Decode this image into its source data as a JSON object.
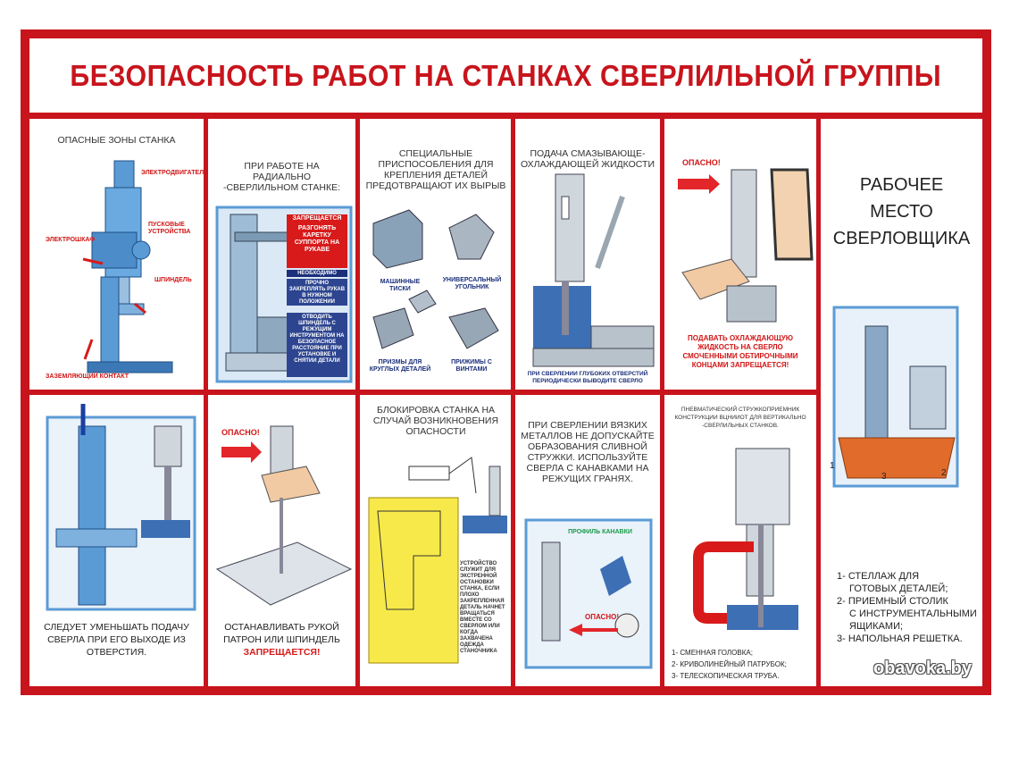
{
  "title": "БЕЗОПАСНОСТЬ РАБОТ НА СТАНКАХ СВЕРЛИЛЬНОЙ ГРУППЫ",
  "panels": {
    "p1": {
      "caption": "ОПАСНЫЕ ЗОНЫ СТАНКА",
      "labels": [
        "ЭЛЕКТРОДВИГАТЕЛЬ",
        "ПУСКОВЫЕ УСТРОЙСТВА",
        "ЭЛЕКТРОШКАФ",
        "ШПИНДЕЛЬ",
        "ЗАЗЕМЛЯЮЩИЙ КОНТАКТ"
      ]
    },
    "p2": {
      "caption": "ПРИ РАБОТЕ НА РАДИАЛЬНО -СВЕРЛИЛЬНОМ СТАНКЕ:",
      "forbidden_title": "Запрещается",
      "forbidden_text": "РАЗГОНЯТЬ КАРЕТКУ СУППОРТА НА РУКАВЕ",
      "required_title": "НЕОБХОДИМО",
      "required_text": "ПРОЧНО ЗАКРЕПЛЯТЬ РУКАВ В НУЖНОМ ПОЛОЖЕНИИ",
      "note_text": "ОТВОДИТЬ ШПИНДЕЛЬ С РЕЖУЩИМ ИНСТРУМЕНТОМ НА БЕЗОПАСНОЕ РАССТОЯНИЕ ПРИ УСТАНОВКЕ И СНЯТИИ ДЕТАЛИ"
    },
    "p3": {
      "caption": "СПЕЦИАЛЬНЫЕ ПРИСПОСОБЛЕНИЯ ДЛЯ КРЕПЛЕНИЯ ДЕТАЛЕЙ ПРЕДОТВРАЩАЮТ ИХ ВЫРЫВ",
      "labels": [
        "МАШИННЫЕ ТИСКИ",
        "УНИВЕРСАЛЬНЫЙ УГОЛЬНИК",
        "ПРИЗМЫ ДЛЯ КРУГЛЫХ ДЕТАЛЕЙ",
        "ПРИЖИМЫ С ВИНТАМИ"
      ]
    },
    "p4": {
      "caption": "ПОДАЧА СМАЗЫВАЮЩЕ-ОХЛАЖДАЮЩЕЙ ЖИДКОСТИ",
      "label": "ПРИ СВЕРЛЕНИИ ГЛУБОКИХ ОТВЕРСТИЙ ПЕРИОДИЧЕСКИ ВЫВОДИТЕ СВЕРЛО"
    },
    "p5": {
      "danger": "ОПАСНО!",
      "warning": "ПОДАВАТЬ ОХЛАЖДАЮЩУЮ ЖИДКОСТЬ НА СВЕРЛО СМОЧЕННЫМИ ОБТИРОЧНЫМИ КОНЦАМИ ЗАПРЕЩАЕТСЯ!"
    },
    "p6": {
      "heading_l1": "РАБОЧЕЕ",
      "heading_l2": "МЕСТО",
      "heading_l3": "СВЕРЛОВЩИКА",
      "legend": [
        "1- СТЕЛЛАЖ ДЛЯ",
        "ГОТОВЫХ ДЕТАЛЕЙ;",
        "2- ПРИЕМНЫЙ СТОЛИК",
        "С ИНСТРУМЕНТАЛЬНЫМИ",
        "ЯЩИКАМИ;",
        "3- НАПОЛЬНАЯ РЕШЕТКА."
      ],
      "numbers": [
        "1",
        "2",
        "3"
      ]
    },
    "p7": {
      "caption": "СЛЕДУЕТ УМЕНЬШАТЬ ПОДАЧУ СВЕРЛА ПРИ ЕГО ВЫХОДЕ ИЗ ОТВЕРСТИЯ."
    },
    "p8": {
      "danger": "ОПАСНО!",
      "caption": "ОСТАНАВЛИВАТЬ РУКОЙ ПАТРОН ИЛИ ШПИНДЕЛЬ",
      "forbidden": "ЗАПРЕЩАЕТСЯ!"
    },
    "p9": {
      "caption": "БЛОКИРОВКА СТАНКА НА СЛУЧАЙ ВОЗНИКНОВЕНИЯ ОПАСНОСТИ",
      "note": "УСТРОЙСТВО СЛУЖИТ ДЛЯ ЭКСТРЕННОЙ ОСТАНОВКИ СТАНКА, ЕСЛИ ПЛОХО ЗАКРЕПЛЕННАЯ ДЕТАЛЬ НАЧНЕТ ВРАЩАТЬСЯ ВМЕСТЕ СО СВЕРЛОМ ИЛИ КОГДА ЗАХВАЧЕНА ОДЕЖДА СТАНОЧНИКА"
    },
    "p10": {
      "caption": "ПРИ СВЕРЛЕНИИ ВЯЗКИХ МЕТАЛЛОВ НЕ ДОПУСКАЙТЕ ОБРАЗОВАНИЯ СЛИВНОЙ СТРУЖКИ. ИСПОЛЬЗУЙТЕ СВЕРЛА С КАНАВКАМИ НА РЕЖУЩИХ ГРАНЯХ.",
      "profile_label": "ПРОФИЛЬ КАНАВКИ",
      "danger": "ОПАСНО!"
    },
    "p11": {
      "caption": "ПНЕВМАТИЧЕСКИЙ СТРУЖКОПРИЕМНИК КОНСТРУКЦИИ ВЦНИИОТ ДЛЯ ВЕРТИКАЛЬНО -СВЕРЛИЛЬНЫХ СТАНКОВ.",
      "legend": [
        "1- СМЕННАЯ ГОЛОВКА;",
        "2- КРИВОЛИНЕЙНЫЙ ПАТРУБОК;",
        "3- ТЕЛЕСКОПИЧЕСКАЯ ТРУБА."
      ]
    }
  },
  "watermark": "obavoka.by",
  "colors": {
    "frame": "#c8141c",
    "machine_blue": "#5b9bd5",
    "title_red": "#c8141c"
  }
}
